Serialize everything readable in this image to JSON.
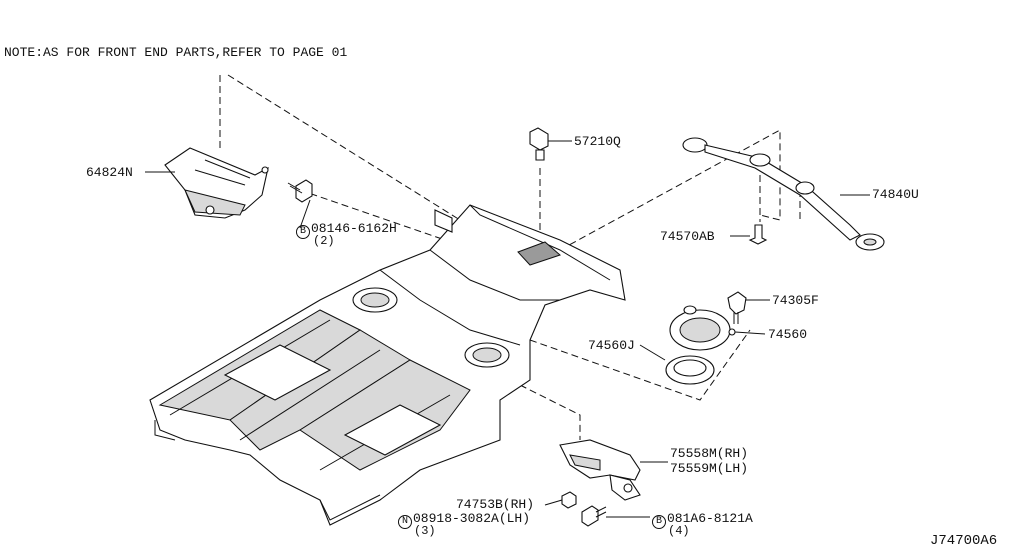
{
  "note": "NOTE:AS FOR FRONT END PARTS,REFER TO PAGE 01",
  "figure_id": "J74700A6",
  "parts": {
    "p64824N": "64824N",
    "p57210Q": "57210Q",
    "p74840U": "74840U",
    "p74570AB": "74570AB",
    "p74305F": "74305F",
    "p74560": "74560",
    "p74560J": "74560J",
    "p75558M": "75558M(RH)",
    "p75559M": "75559M(LH)",
    "p74753B": "74753B(RH)"
  },
  "fasteners": {
    "bolt_a": {
      "prefix": "B",
      "code": "08146-6162H",
      "qty": "(2)"
    },
    "nut_n": {
      "prefix": "N",
      "code": "08918-3082A(LH)",
      "qty": "(3)"
    },
    "bolt_b": {
      "prefix": "B",
      "code": "081A6-8121A",
      "qty": "(4)"
    }
  }
}
